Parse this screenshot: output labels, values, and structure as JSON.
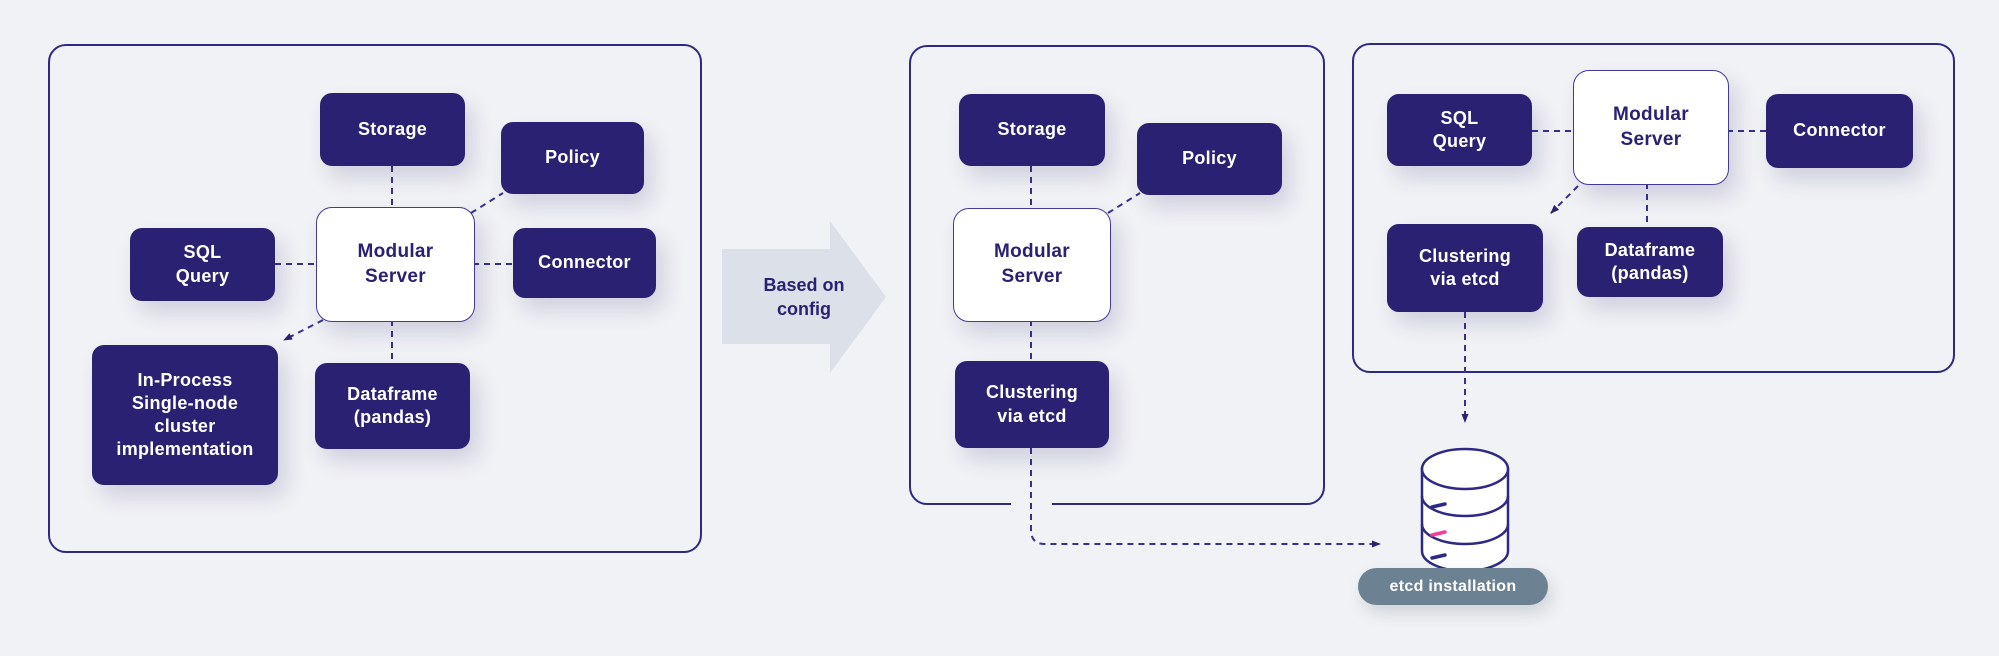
{
  "colors": {
    "background": "#F1F2F5",
    "node_fill": "#2A2173",
    "node_text": "#FFFFFF",
    "panel_border": "#2E2983",
    "edge_dash": "#37318C",
    "accent_text": "#2B2173",
    "flow_arrow_fill": "#DBE0E9",
    "pill_background": "#6C8191",
    "pill_text": "#FFFFFF",
    "db_accent_pink": "#F23D96"
  },
  "left_panel": {
    "storage": "Storage",
    "policy": "Policy",
    "sql_query": "SQL\nQuery",
    "modular_server": "Modular\nServer",
    "connector": "Connector",
    "in_process": "In-Process\nSingle-node\ncluster\nimplementation",
    "dataframe": "Dataframe\n(pandas)"
  },
  "middle_panel": {
    "storage": "Storage",
    "policy": "Policy",
    "modular_server": "Modular\nServer",
    "clustering": "Clustering\nvia etcd"
  },
  "right_panel": {
    "sql_query": "SQL\nQuery",
    "modular_server": "Modular\nServer",
    "connector": "Connector",
    "clustering": "Clustering\nvia etcd",
    "dataframe": "Dataframe\n(pandas)"
  },
  "flow_arrow": {
    "label": "Based on\nconfig"
  },
  "etcd": {
    "pill_label": "etcd installation",
    "icon": "database-icon"
  }
}
